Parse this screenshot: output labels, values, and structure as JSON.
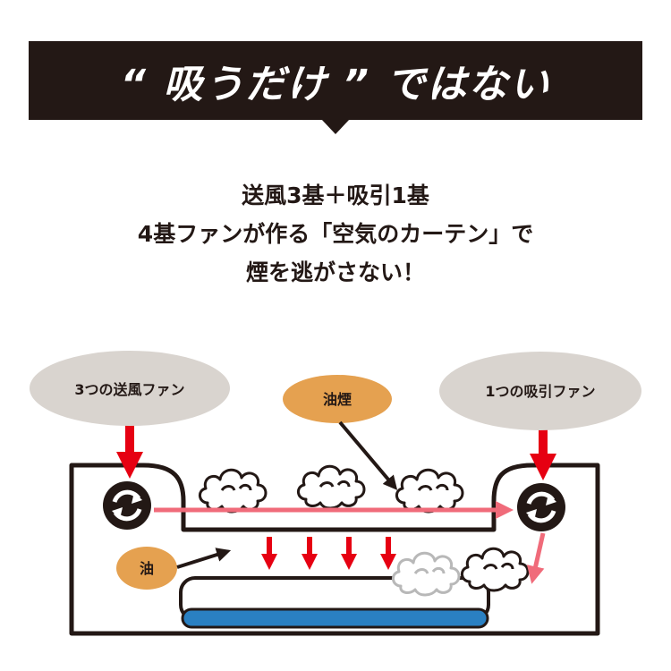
{
  "banner": {
    "title": "“ 吸うだけ ” ではない"
  },
  "subtitle": {
    "lines": [
      "送風3基＋吸引1基",
      "4基ファンが作る「空気のカーテン」で",
      "煙を逃がさない！"
    ]
  },
  "diagram": {
    "labels": {
      "blow_fans": "3つの送風ファン",
      "suction_fan": "1つの吸引ファン",
      "oil_smoke": "油煙",
      "oil": "油"
    },
    "colors": {
      "bubble_gray": "#d9d4cf",
      "bubble_orange": "#e5a150",
      "arrow_red": "#e60012",
      "flow_pink": "#f06b7a",
      "tray_blue": "#2a80c2",
      "outline": "#231815"
    },
    "icons": {
      "fan": "rotate-arrows-icon",
      "smoke": "smoke-cloud-icon"
    }
  }
}
